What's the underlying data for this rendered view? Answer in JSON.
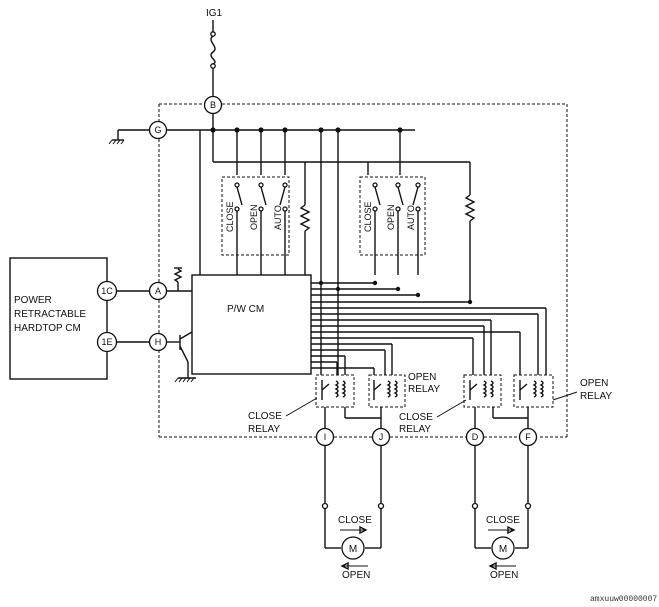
{
  "power_source": "IG1",
  "module_left": {
    "line1": "POWER",
    "line2": "RETRACTABLE",
    "line3": "HARDTOP CM"
  },
  "left_terminals": [
    "1C",
    "1E"
  ],
  "module_center": "P/W CM",
  "connectors": [
    "A",
    "B",
    "G",
    "H",
    "I",
    "J",
    "D",
    "F"
  ],
  "switch_labels": [
    "CLOSE",
    "OPEN",
    "AUTO"
  ],
  "relay_labels": {
    "close_left": [
      "CLOSE",
      "RELAY"
    ],
    "open_left": [
      "OPEN",
      "RELAY"
    ],
    "close_right": [
      "CLOSE",
      "RELAY"
    ],
    "open_right": [
      "OPEN",
      "RELAY"
    ]
  },
  "motor": {
    "symbol": "M",
    "close": "CLOSE",
    "open": "OPEN"
  },
  "figure_code": "amxuuw00000007"
}
